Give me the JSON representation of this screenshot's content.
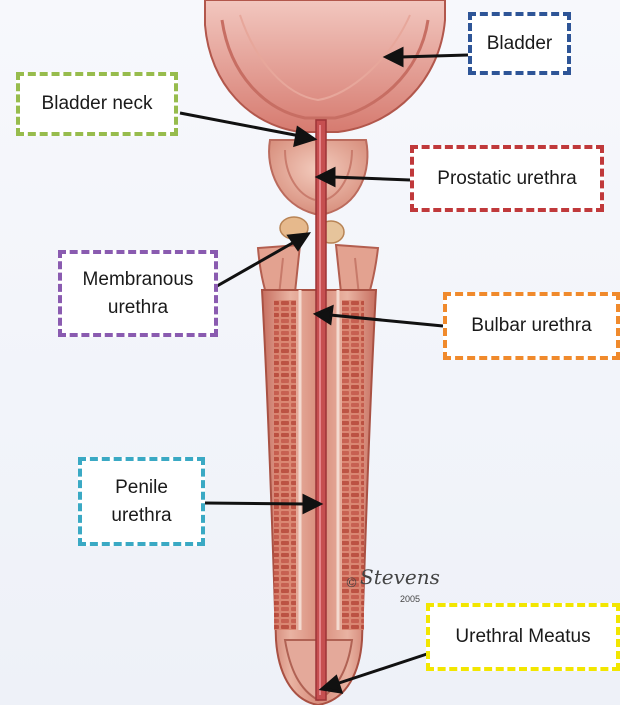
{
  "labels": {
    "bladder": "Bladder",
    "bladder_neck": "Bladder neck",
    "prostatic_urethra": "Prostatic urethra",
    "membranous_urethra": [
      "Membranous",
      "urethra"
    ],
    "bulbar_urethra": "Bulbar urethra",
    "penile_urethra": [
      "Penile",
      "urethra"
    ],
    "urethral_meatus": "Urethral Meatus"
  },
  "signature": {
    "text": "Stevens",
    "year": "2005",
    "symbol": "©"
  },
  "colors": {
    "bladder": "#2e5597",
    "bladder_neck": "#97bc4d",
    "prostatic_urethra": "#c0393b",
    "membranous_urethra": "#8a5bb0",
    "bulbar_urethra": "#f08a2c",
    "penile_urethra": "#3aa9c4",
    "urethral_meatus": "#f2e600",
    "background": "#f3f5fa",
    "tissue": "#d9937f",
    "tissue_dark": "#b95a4c",
    "urethra": "#c95a5a"
  }
}
